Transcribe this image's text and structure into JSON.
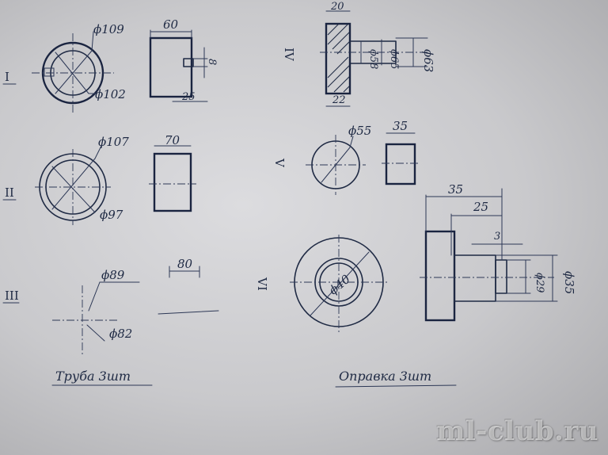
{
  "sections": {
    "i": {
      "label": "I",
      "dia_outer": "ϕ109",
      "dia_inner": "ϕ102",
      "length": "60",
      "slot_width": "8",
      "slot_length": "25"
    },
    "ii": {
      "label": "II",
      "dia_outer": "ϕ107",
      "dia_inner": "ϕ97",
      "length": "70"
    },
    "iii": {
      "label": "III",
      "dia_outer": "ϕ89",
      "dia_inner": "ϕ82",
      "length": "80"
    },
    "iv": {
      "label": "IV",
      "dim_top": "20",
      "dim_bottom": "22",
      "dia_a": "ϕ58",
      "dia_b": "ϕ65",
      "dia_c": "ϕ63"
    },
    "v": {
      "label": "V",
      "dia": "ϕ55",
      "length": "35"
    },
    "vi": {
      "label": "VI",
      "dia_center": "ϕ40",
      "len_total": "35",
      "len_mid": "25",
      "len_step": "3",
      "dia_small": "ϕ29",
      "dia_large": "ϕ35"
    }
  },
  "captions": {
    "pipe": "Труба 3шт",
    "mandrel": "Оправка 3шт"
  },
  "watermark": "ml-club.ru",
  "colors": {
    "paper": "#d6d6d9",
    "ink": "#1f2a44"
  }
}
